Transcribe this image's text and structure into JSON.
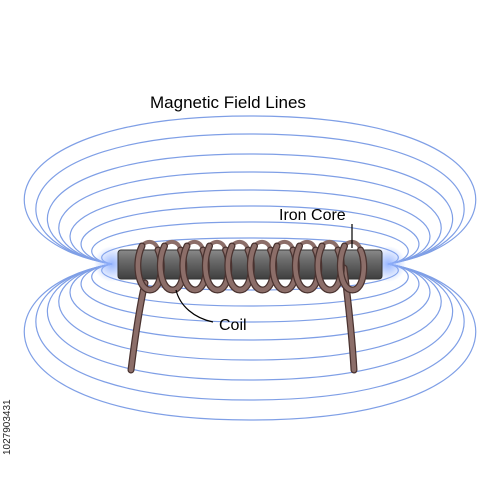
{
  "diagram": {
    "title": "Magnetic Field Lines",
    "labels": {
      "iron_core": "Iron Core",
      "coil": "Coil"
    },
    "side_id": "1027903431"
  },
  "colors": {
    "field_lines": "#7f9fe6",
    "core": "#5a5a5a",
    "coil": "#8c6e69",
    "coil_outline": "#4a3330",
    "glow": "#8fb0ff"
  }
}
